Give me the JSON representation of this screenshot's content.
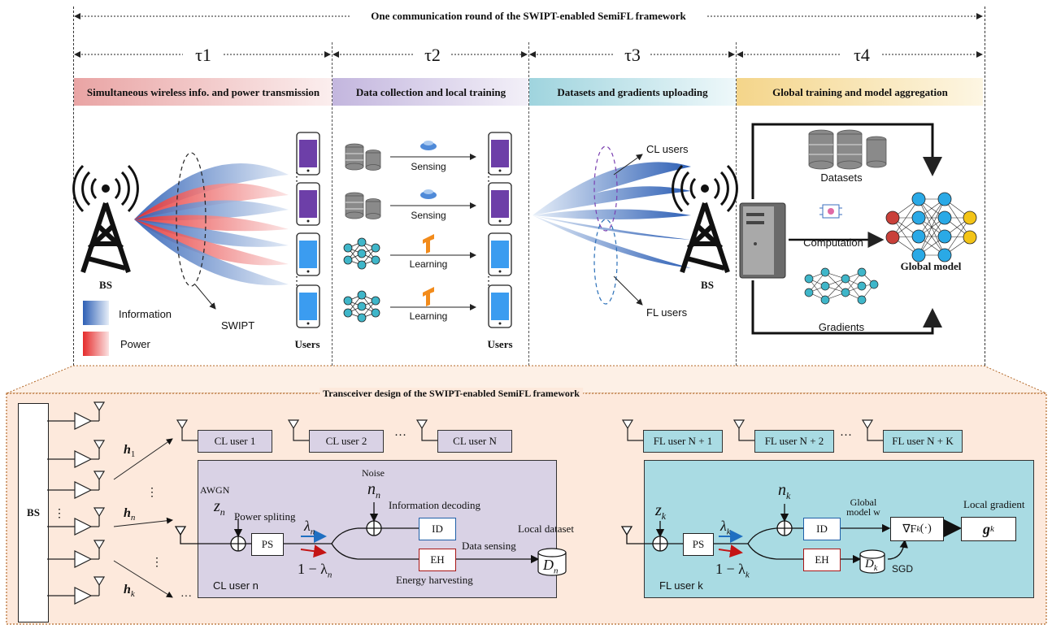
{
  "top": {
    "title": "One communication round of the SWIPT-enabled SemiFL framework",
    "phases": [
      {
        "tau": "τ1",
        "label": "Simultaneous wireless info. and power transmission"
      },
      {
        "tau": "τ2",
        "label": "Data collection and local training"
      },
      {
        "tau": "τ3",
        "label": "Datasets and gradients uploading"
      },
      {
        "tau": "τ4",
        "label": "Global training and model aggregation"
      }
    ],
    "p1": {
      "bs": "BS",
      "swipt": "SWIPT",
      "users": "Users",
      "legend_info": "Information",
      "legend_power": "Power"
    },
    "p2": {
      "sensing": "Sensing",
      "learning": "Learning",
      "users": "Users"
    },
    "p3": {
      "cl_users": "CL users",
      "fl_users": "FL users",
      "bs": "BS"
    },
    "p4": {
      "datasets": "Datasets",
      "computation": "Computation",
      "global_model": "Global model",
      "gradients": "Gradients"
    }
  },
  "bottom": {
    "title": "Transceiver design of the SWIPT-enabled SemiFL framework",
    "bs": "BS",
    "h1": "h",
    "h1_sub": "1",
    "hn": "h",
    "hn_sub": "n",
    "hk": "h",
    "hk_sub": "k",
    "cl_users": [
      "CL user 1",
      "CL user 2",
      "CL user N"
    ],
    "fl_users": [
      "FL user N + 1",
      "FL user N + 2",
      "FL user N + K"
    ],
    "ellipsis": "···",
    "cl": {
      "awgn": "AWGN",
      "zn": "z",
      "zn_sub": "n",
      "power_split": "Power spliting",
      "ps": "PS",
      "noise": "Noise",
      "nn": "n",
      "nn_sub": "n",
      "lambda": "λ",
      "lambda_sub": "n",
      "one_minus": "1 − λ",
      "one_minus_sub": "n",
      "info_dec": "Information decoding",
      "id": "ID",
      "eh": "EH",
      "data_sensing": "Data sensing",
      "local_dataset": "Local dataset",
      "dn": "D",
      "dn_sub": "n",
      "energy": "Energy harvesting",
      "user_label": "CL user n"
    },
    "fl": {
      "zk": "z",
      "zk_sub": "k",
      "ps": "PS",
      "nk": "n",
      "nk_sub": "k",
      "lambda": "λ",
      "lambda_sub": "k",
      "one_minus": "1 − λ",
      "one_minus_sub": "k",
      "id": "ID",
      "eh": "EH",
      "global_model": "Global",
      "global_model2": "model w",
      "grad": "∇F",
      "grad_sub": "k",
      "grad_tail": "(·)",
      "dk": "D",
      "dk_sub": "k",
      "sgd": "SGD",
      "local_gradient": "Local gradient",
      "gk": "g",
      "gk_sub": "k",
      "user_label": "FL user k"
    }
  },
  "colors": {
    "phase1": "#e9a4a4",
    "phase2": "#c3b6de",
    "phase3": "#9fd4de",
    "phase4": "#f4d58a",
    "cl_panel": "#d9d2e5",
    "fl_panel": "#a9dbe3",
    "bottom_bg": "#fde9dc",
    "info_blue": "#3f6fbf",
    "power_red": "#e63a3a",
    "phone_purple": "#6d3fa8",
    "phone_blue": "#3b9cf0"
  }
}
